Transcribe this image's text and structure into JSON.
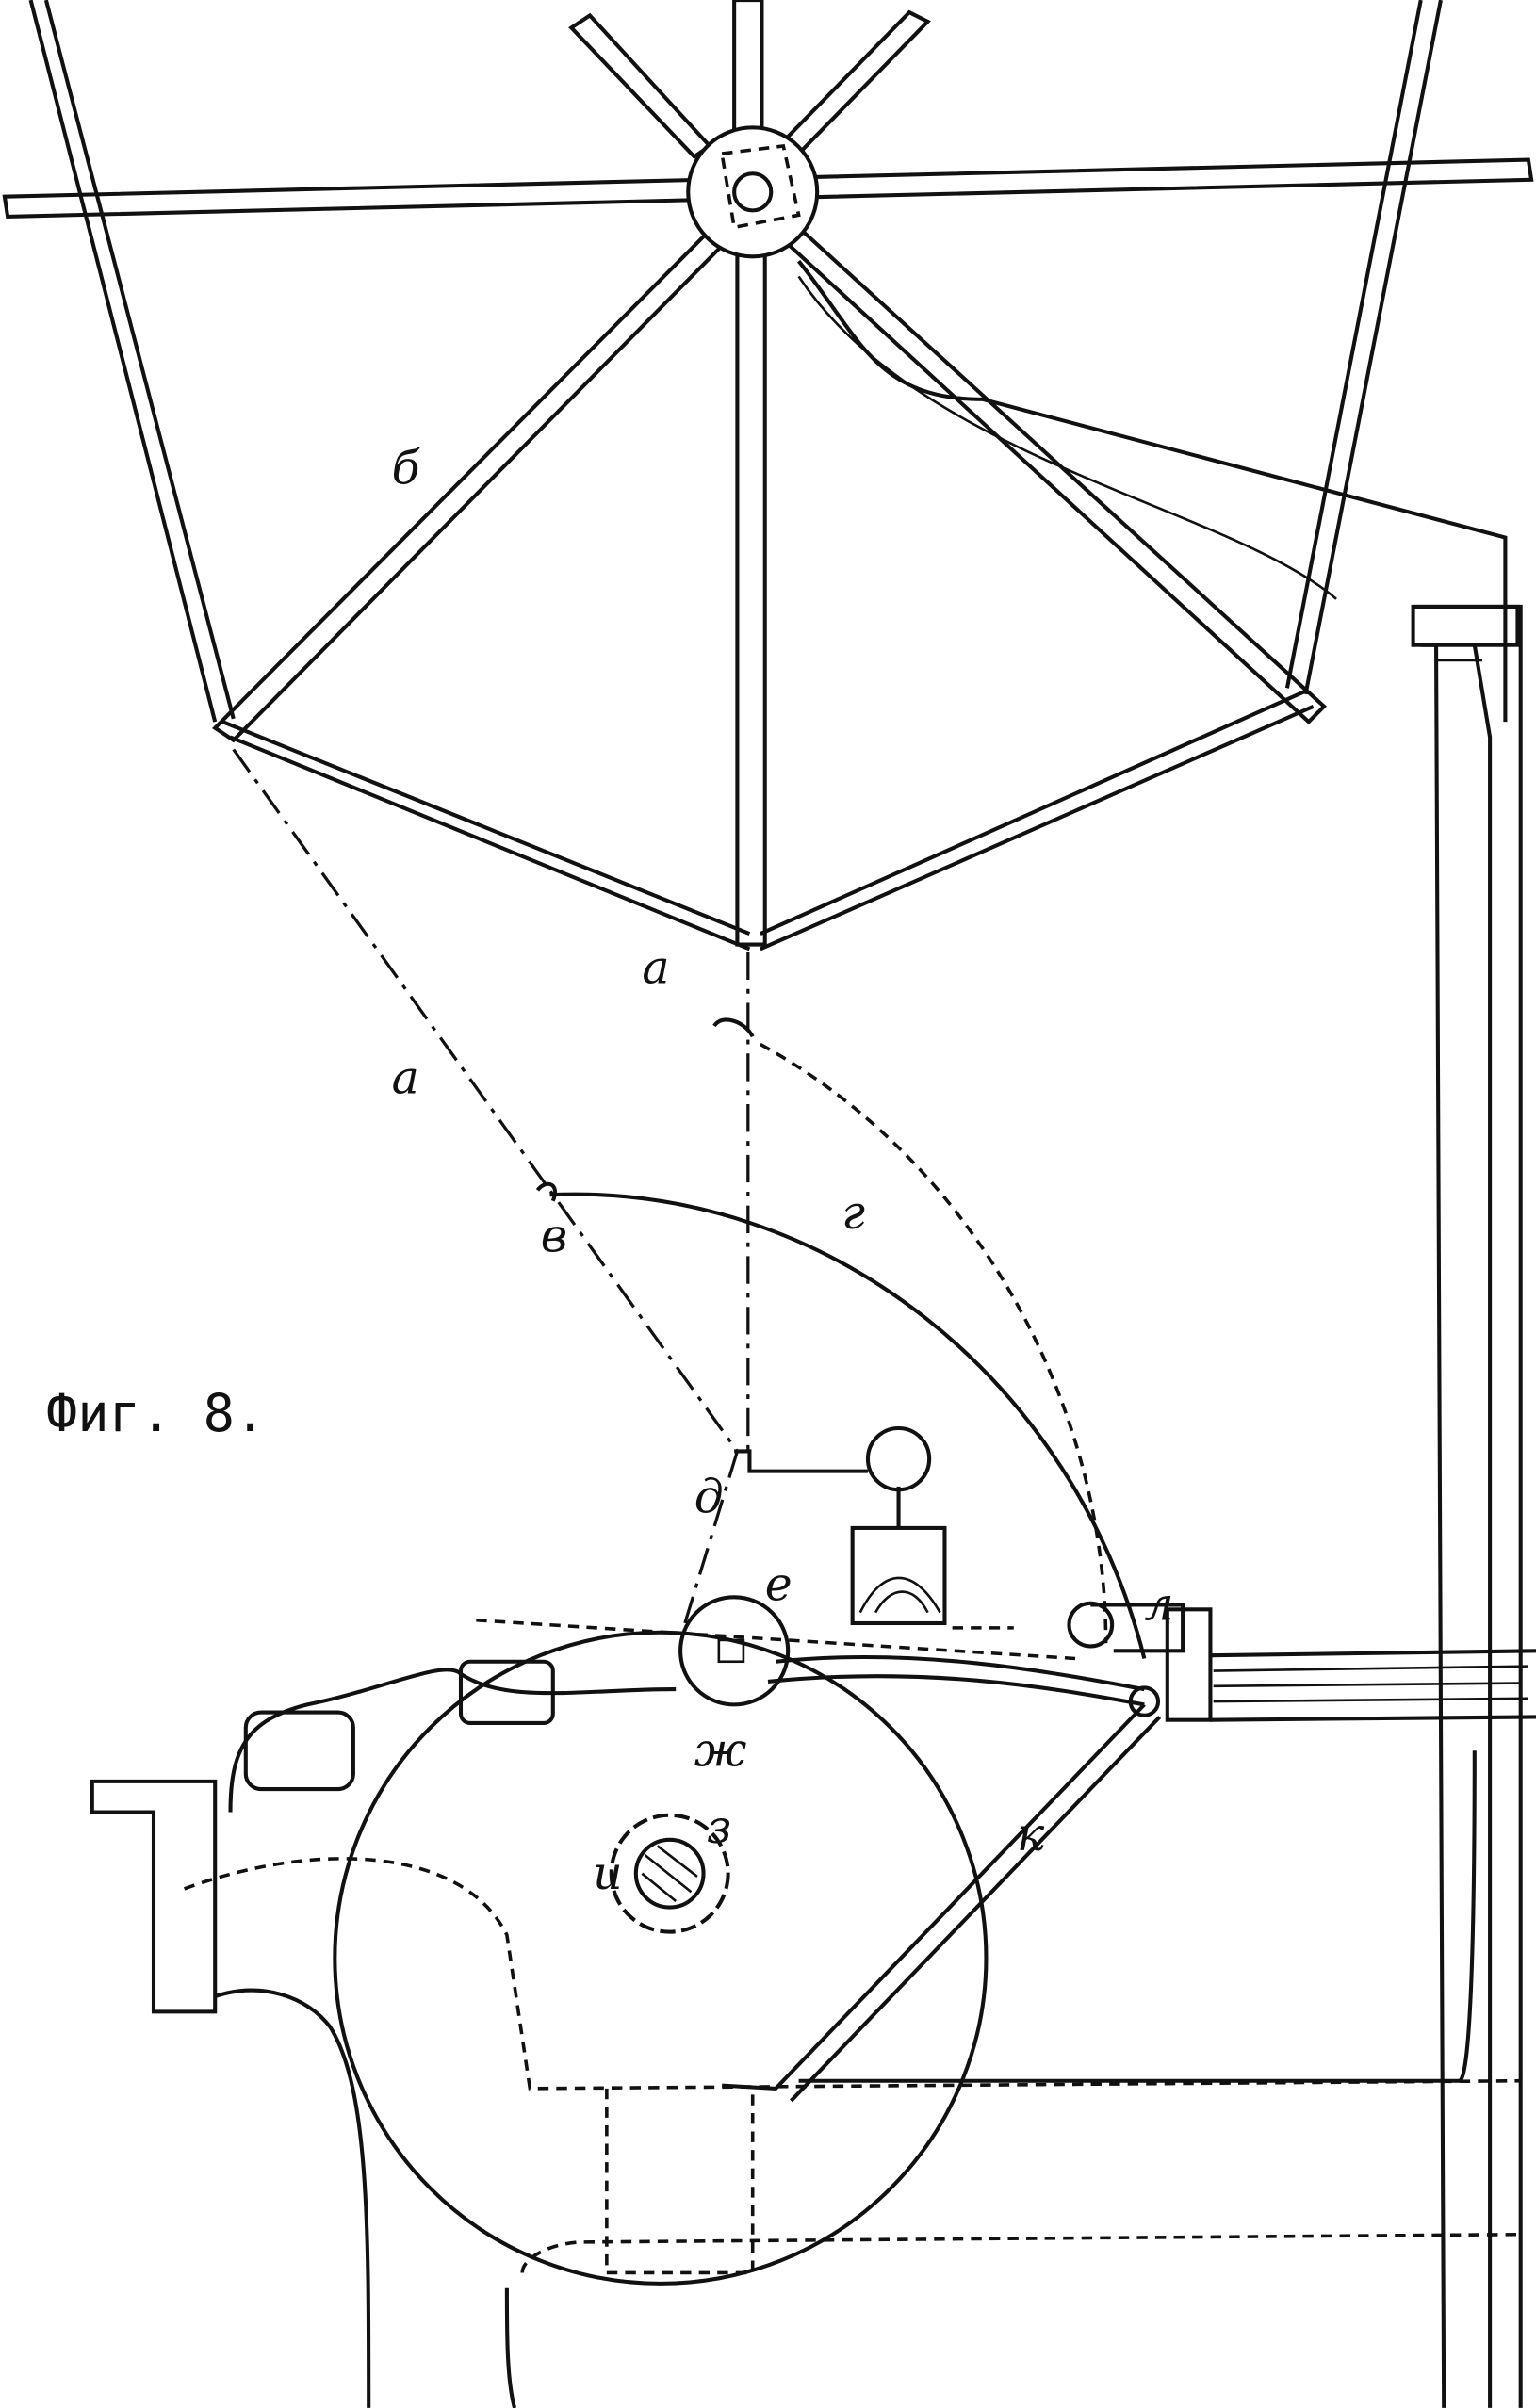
{
  "figure": {
    "caption": "Фиг. 8.",
    "labels": {
      "a_upper": "а",
      "b": "б",
      "a_lower": "а",
      "v": "в",
      "g": "г",
      "d": "д",
      "e": "е",
      "zh": "ж",
      "z": "з",
      "i": "и",
      "k": "к",
      "l": "л"
    }
  }
}
